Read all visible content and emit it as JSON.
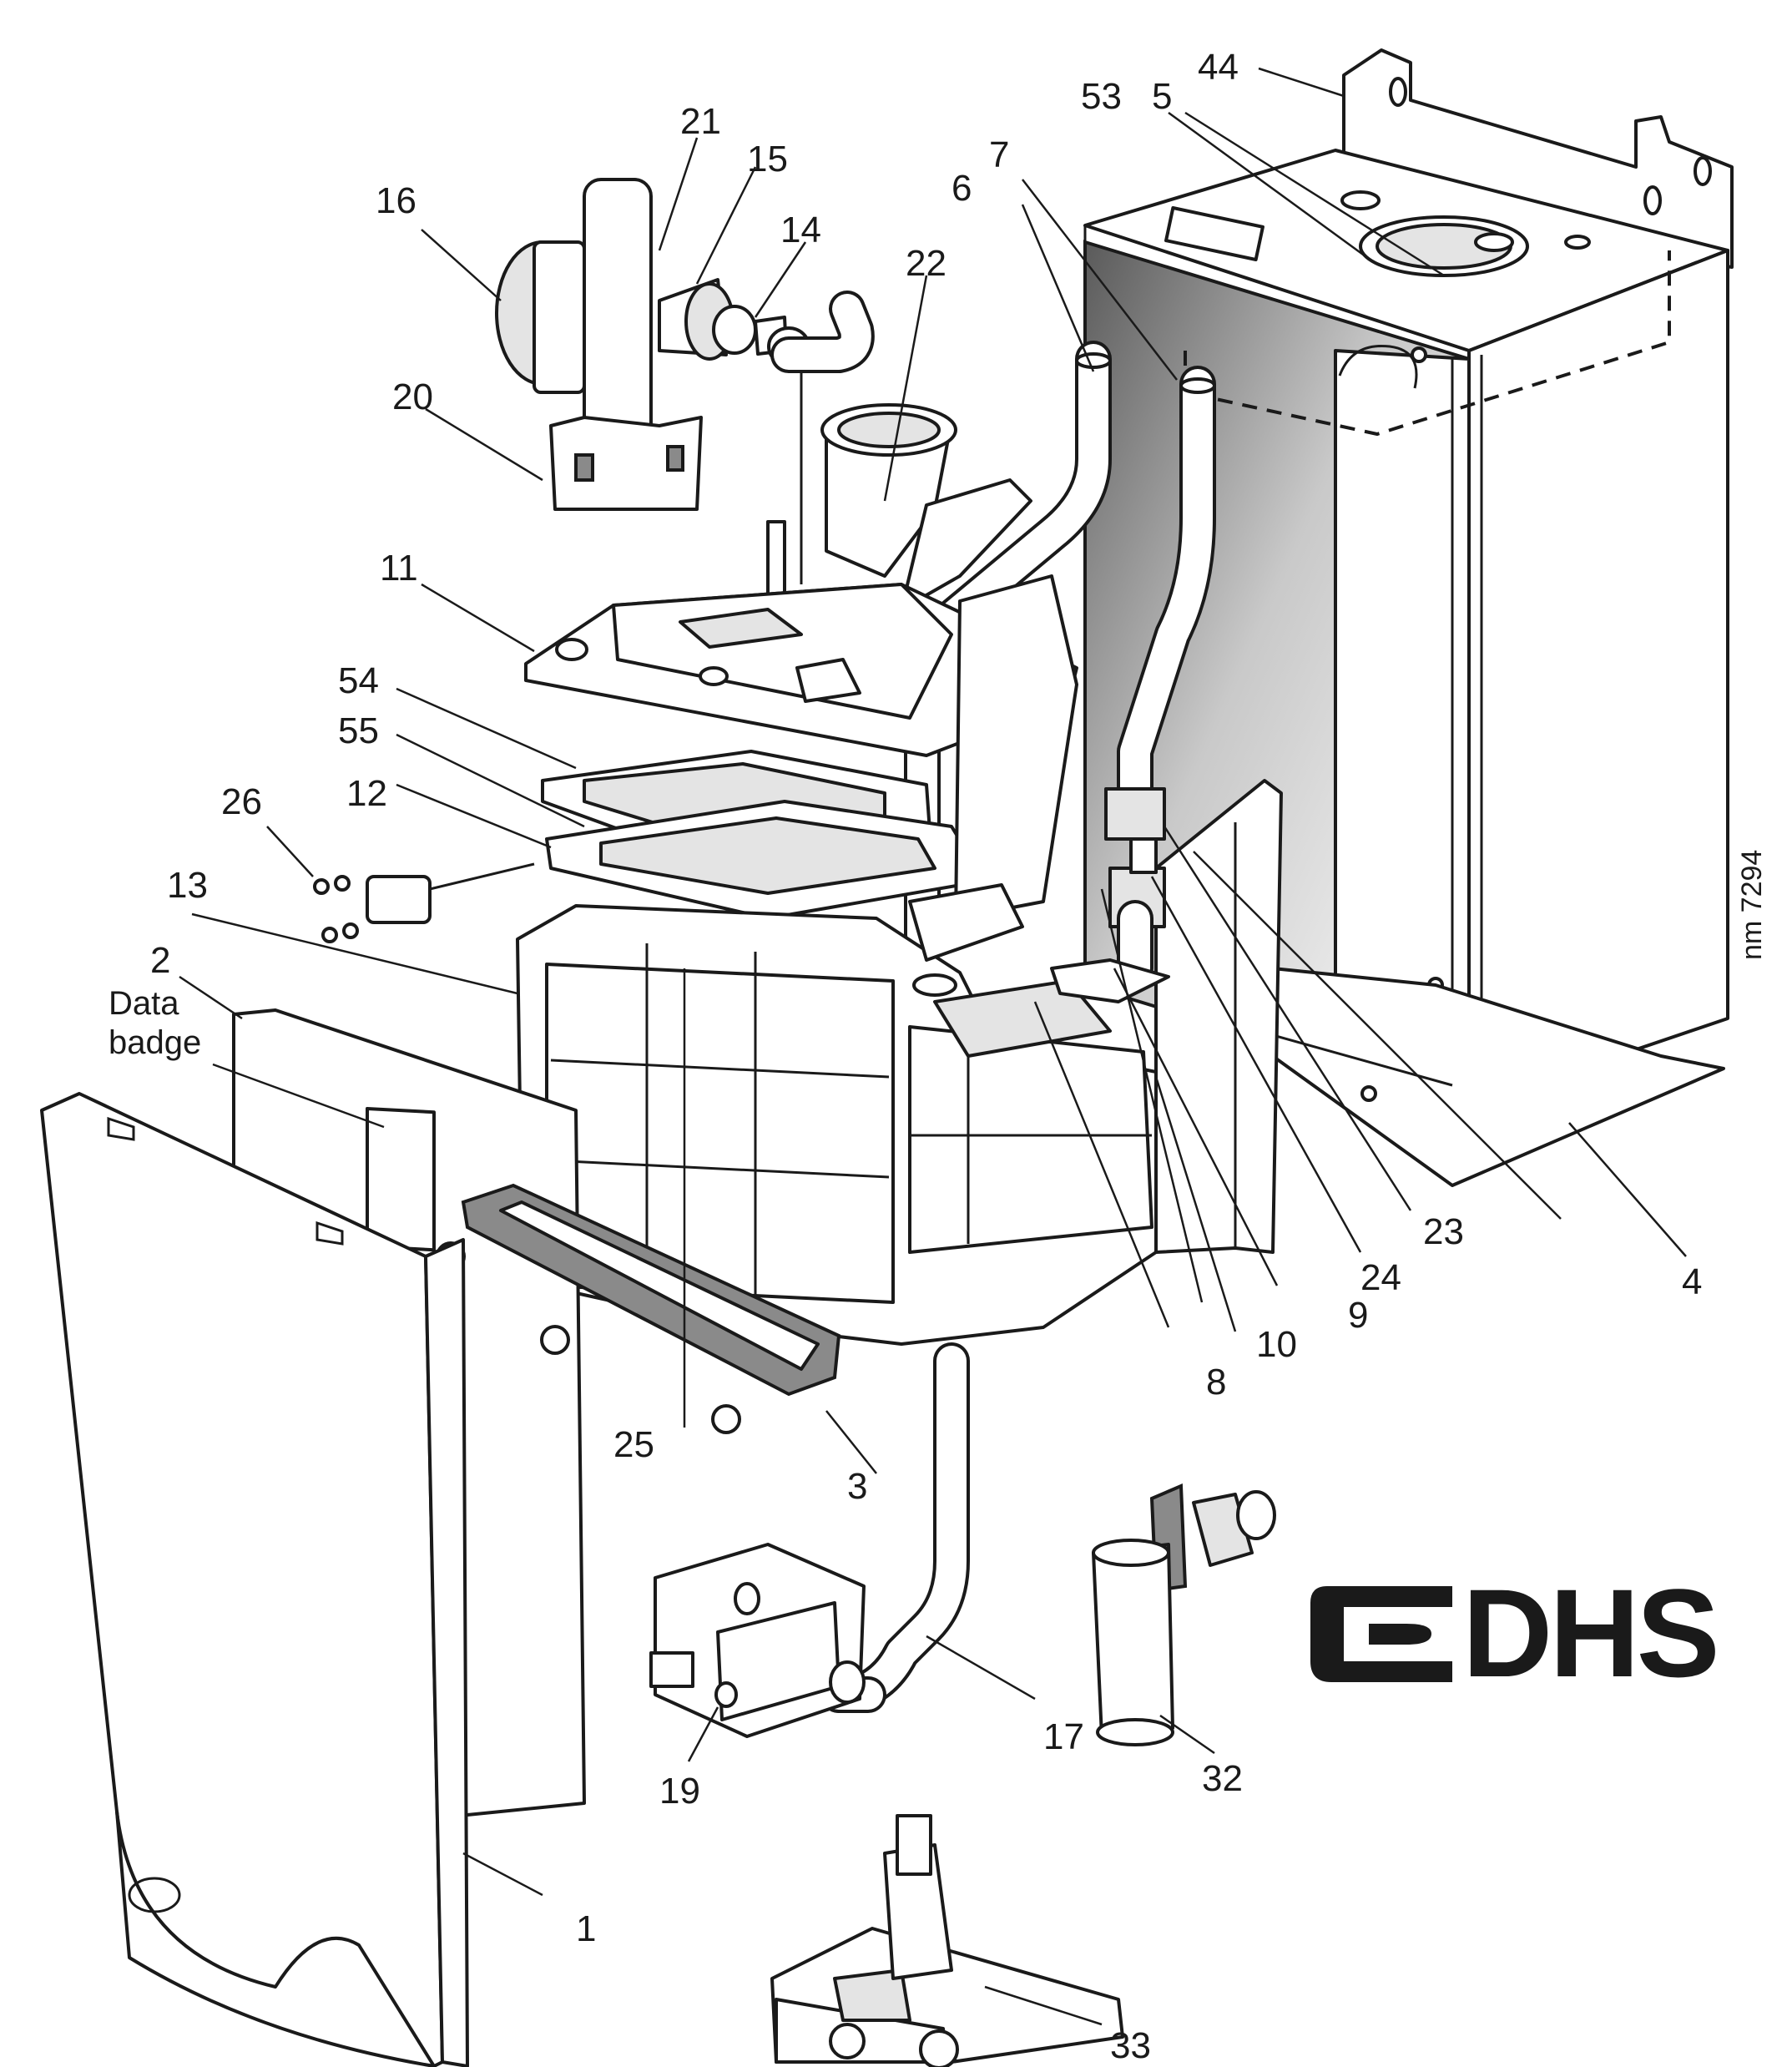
{
  "diagram": {
    "title": "Boiler exploded parts view",
    "reference_code": "nm 7294",
    "logo_text": "DHS",
    "data_badge_label": [
      "Data",
      "badge"
    ],
    "callouts": [
      "1",
      "2",
      "3",
      "4",
      "5",
      "6",
      "7",
      "8",
      "9",
      "10",
      "11",
      "12",
      "13",
      "14",
      "15",
      "16",
      "17",
      "19",
      "20",
      "21",
      "22",
      "23",
      "24",
      "25",
      "26",
      "32",
      "33",
      "44",
      "53",
      "54",
      "55"
    ]
  }
}
